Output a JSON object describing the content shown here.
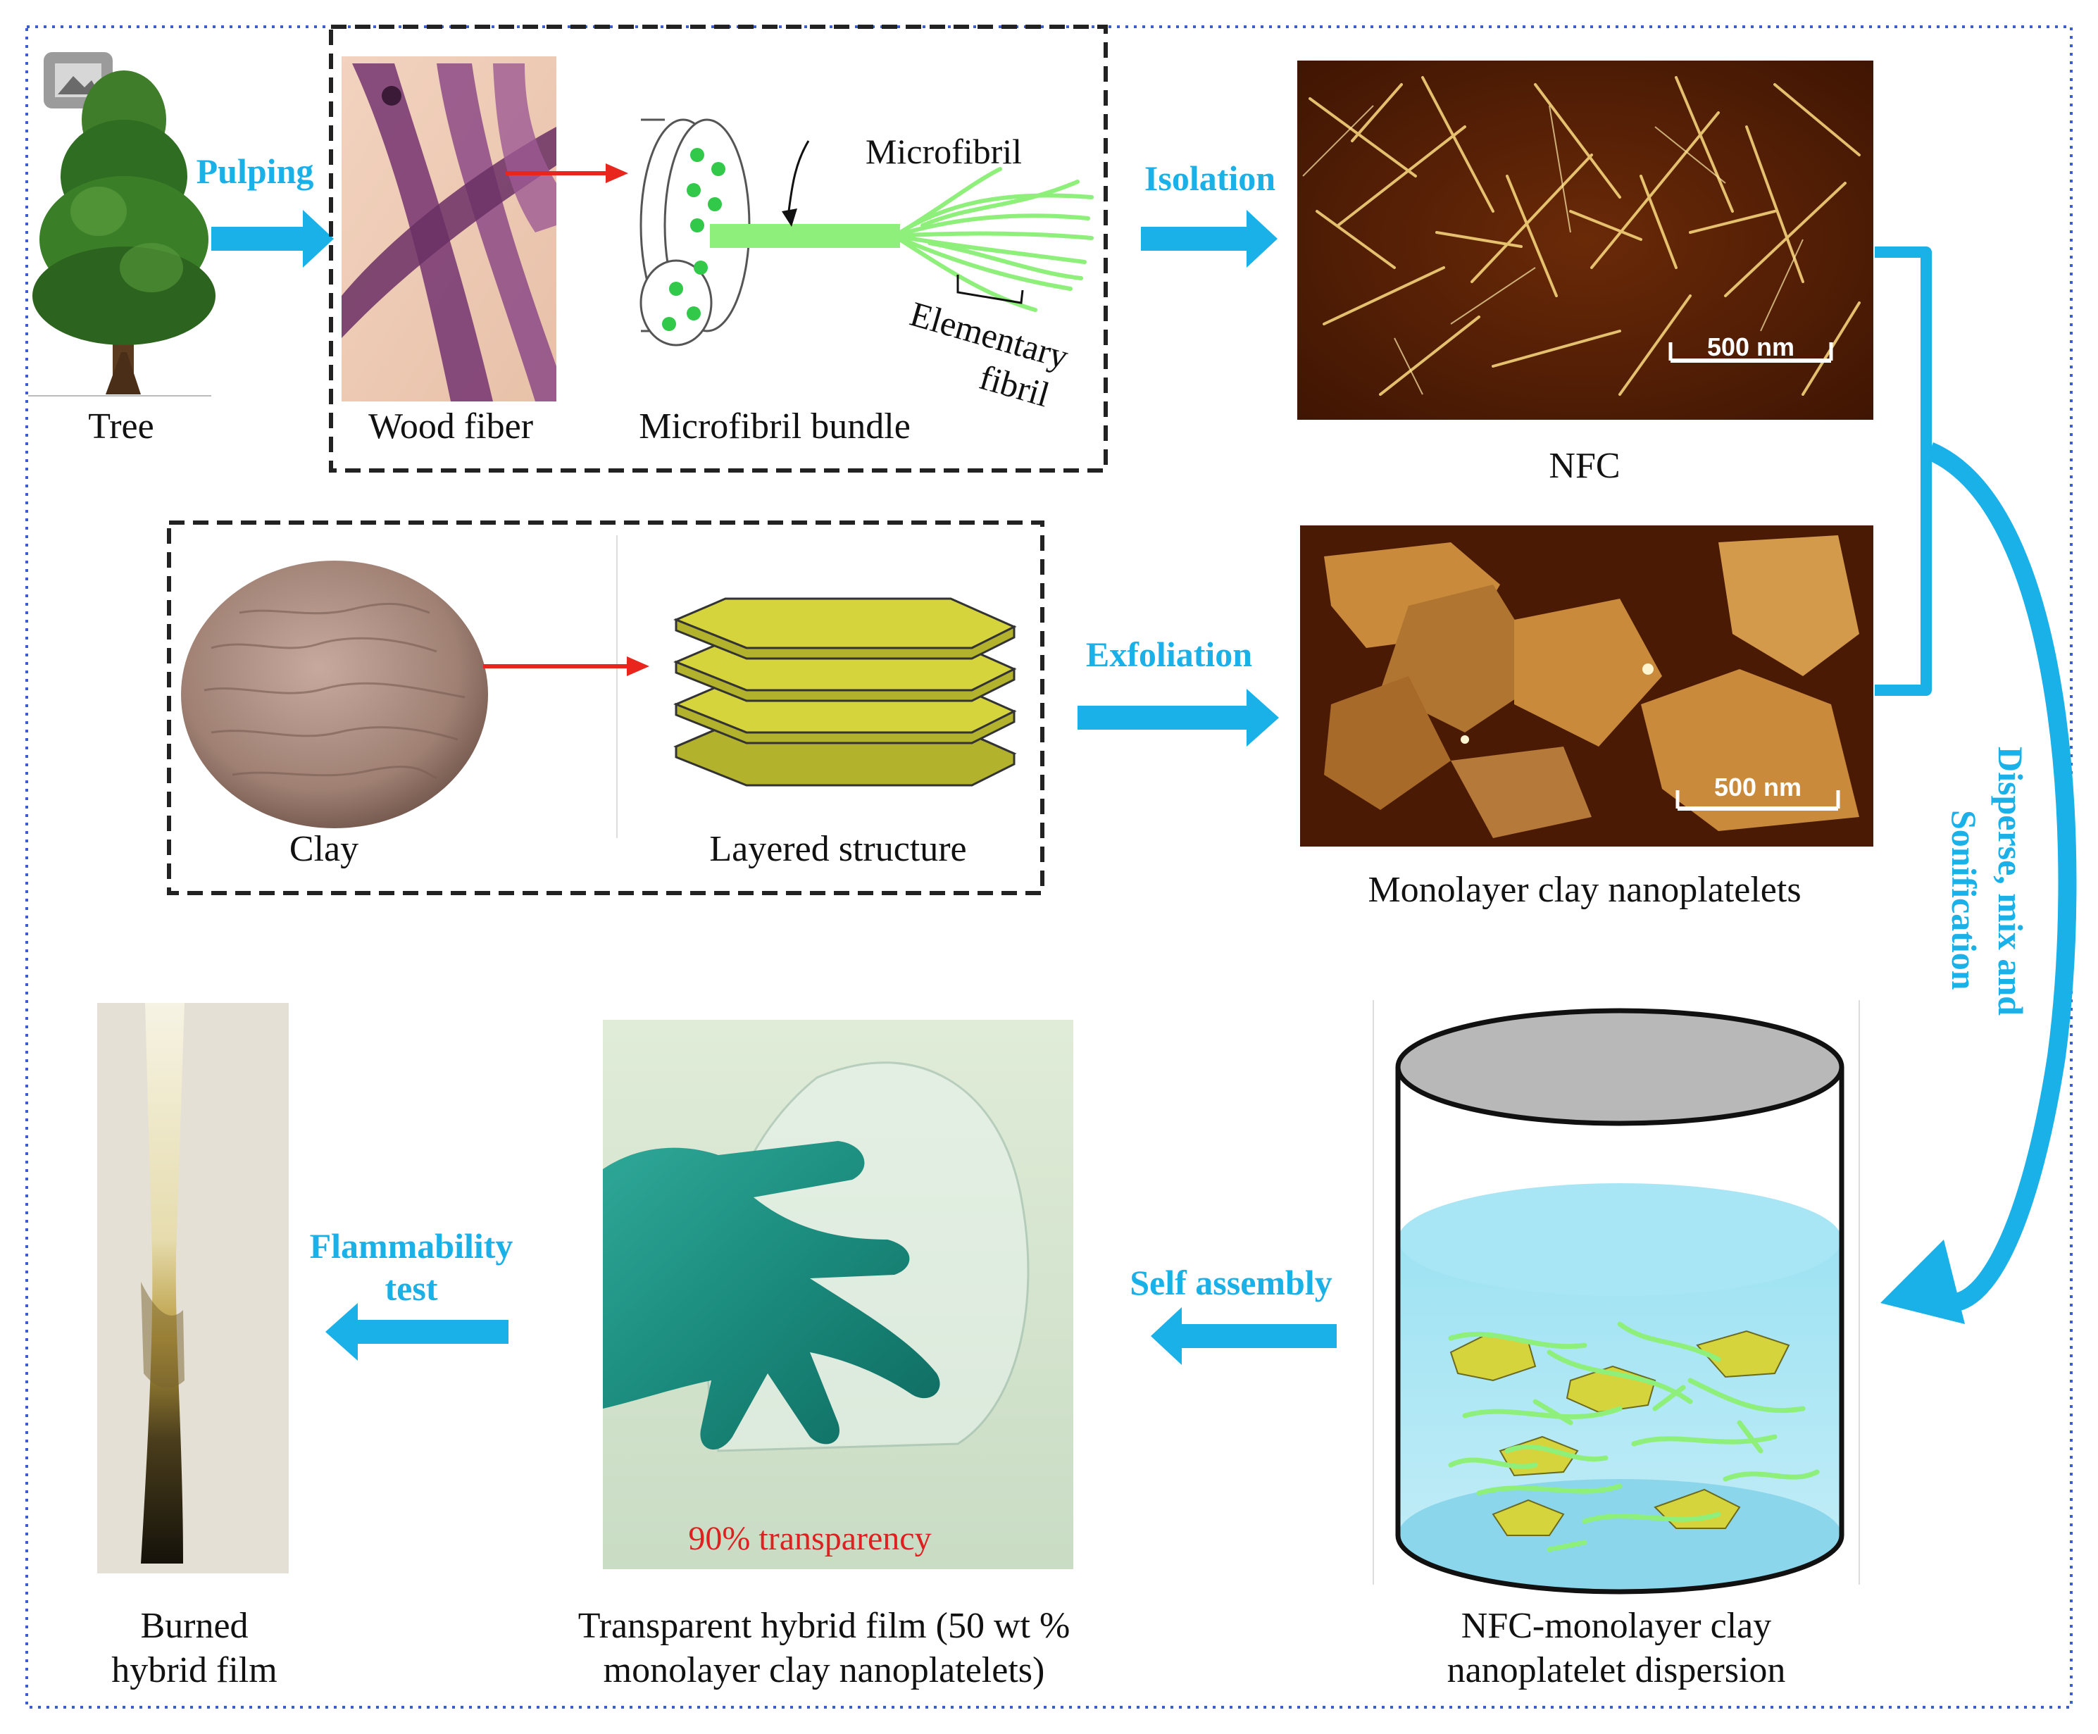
{
  "steps": {
    "pulping": "Pulping",
    "isolation": "Isolation",
    "exfoliation": "Exfoliation",
    "disperse_line1": "Disperse, mix and",
    "disperse_line2": "Sonification",
    "self_assembly": "Self assembly",
    "flammability_line1": "Flammability",
    "flammability_line2": "test"
  },
  "labels": {
    "tree": "Tree",
    "wood_fiber": "Wood fiber",
    "microfibril": "Microfibril",
    "microfibril_bundle": "Microfibril bundle",
    "elementary": "Elementary",
    "fibril": "fibril",
    "nfc": "NFC",
    "clay": "Clay",
    "layered_structure": "Layered structure",
    "monolayer_clay": "Monolayer clay nanoplatelets",
    "dispersion_line1": "NFC-monolayer clay",
    "dispersion_line2": "nanoplatelet dispersion",
    "film_line1": "Transparent hybrid film (50 wt %",
    "film_line2": "monolayer clay nanoplatelets)",
    "transparency": "90% transparency",
    "burned_line1": "Burned",
    "burned_line2": "hybrid film"
  },
  "scale_bars": {
    "nfc": "500 nm",
    "clay": "500 nm"
  },
  "colors": {
    "process_arrow": "#1ab0e8",
    "red_arrow": "#e8261e",
    "fibril_green": "#8ef07a",
    "clay_yellow": "#d6d43c",
    "frame_border": "#3a5fc8"
  }
}
